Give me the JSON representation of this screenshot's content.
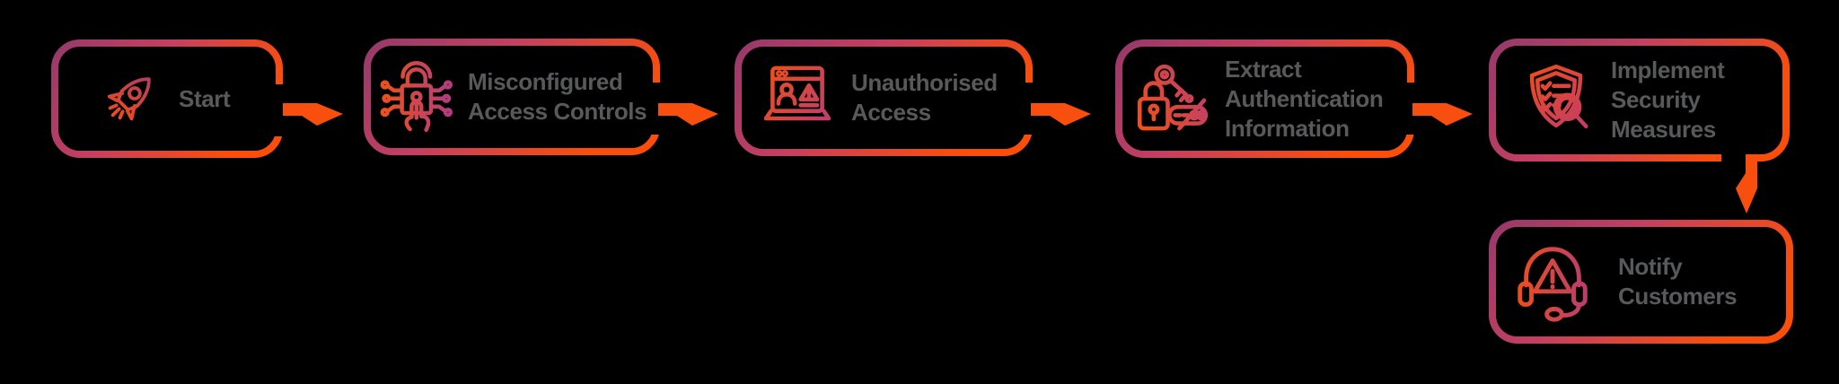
{
  "diagram": {
    "type": "flowchart",
    "background": "#000000",
    "palette": {
      "border_gradient_start": "#973A6B",
      "border_gradient_mid": "#C53F62",
      "border_gradient_end": "#FA4E0A",
      "arrow": "#F94F0E",
      "text": "#58595B",
      "icon_gradient_magenta": "#B23C7C",
      "icon_gradient_orange": "#F4500F"
    },
    "steps": [
      {
        "id": "start",
        "lines": [
          "Start"
        ],
        "icon": "rocket-icon"
      },
      {
        "id": "misconfigured-access-controls",
        "lines": [
          "Misconfigured",
          "Access Controls"
        ],
        "icon": "circuit-lock-touch-icon"
      },
      {
        "id": "unauthorised-access",
        "lines": [
          "Unauthorised",
          "Access"
        ],
        "icon": "laptop-user-warning-icon"
      },
      {
        "id": "extract-authentication-information",
        "lines": [
          "Extract",
          "Authentication",
          "Information"
        ],
        "icon": "key-padlock-password-icon"
      },
      {
        "id": "implement-security-measures",
        "lines": [
          "Implement",
          "Security",
          "Measures"
        ],
        "icon": "shield-checklist-magnifier-icon"
      },
      {
        "id": "notify-customers",
        "lines": [
          "Notify",
          "Customers"
        ],
        "icon": "headset-warning-icon"
      }
    ],
    "connectors": [
      {
        "from": "start",
        "to": "misconfigured-access-controls",
        "direction": "right"
      },
      {
        "from": "misconfigured-access-controls",
        "to": "unauthorised-access",
        "direction": "right"
      },
      {
        "from": "unauthorised-access",
        "to": "extract-authentication-information",
        "direction": "right"
      },
      {
        "from": "extract-authentication-information",
        "to": "implement-security-measures",
        "direction": "right"
      },
      {
        "from": "implement-security-measures",
        "to": "notify-customers",
        "direction": "down"
      }
    ]
  }
}
